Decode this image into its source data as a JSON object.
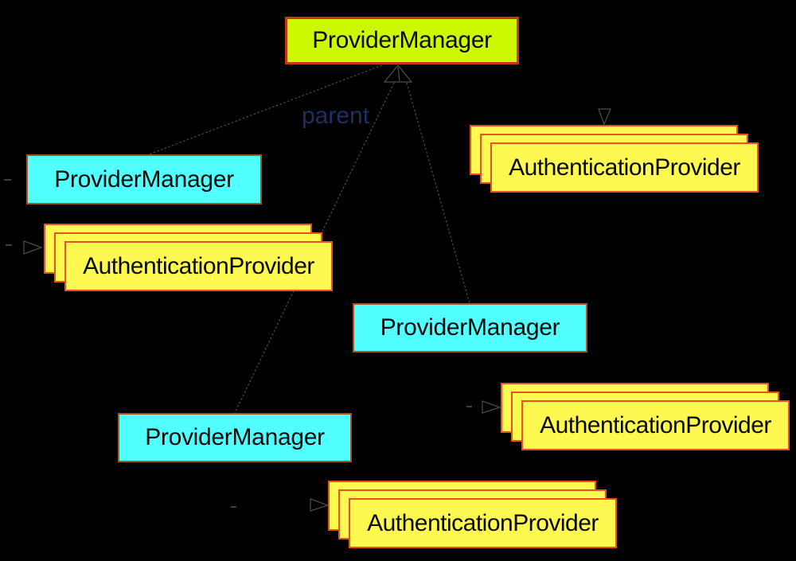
{
  "diagram": {
    "background_color": "#000000",
    "edge_color": "#4d4d4d",
    "parent_label": "parent",
    "parent_label_color": "#1d2f63",
    "nodes": {
      "pm_root": {
        "label": "ProviderManager",
        "fill": "#cdf900",
        "border": "#c63715"
      },
      "pm_left": {
        "label": "ProviderManager",
        "fill": "#52ffff",
        "border": "#a9561e"
      },
      "pm_middle": {
        "label": "ProviderManager",
        "fill": "#52ffff",
        "border": "#a9561e"
      },
      "pm_bottom": {
        "label": "ProviderManager",
        "fill": "#52ffff",
        "border": "#a9561e"
      },
      "ap_top_left": {
        "label": "AuthenticationProvider",
        "fill": "#fef950",
        "border": "#e8521d",
        "stack_count": 3
      },
      "ap_top_right": {
        "label": "AuthenticationProvider",
        "fill": "#fef950",
        "border": "#e8521d",
        "stack_count": 3
      },
      "ap_bottom_right": {
        "label": "AuthenticationProvider",
        "fill": "#fef950",
        "border": "#e8521d",
        "stack_count": 3
      },
      "ap_bottom": {
        "label": "AuthenticationProvider",
        "fill": "#fef950",
        "border": "#e8521d",
        "stack_count": 3
      }
    },
    "edges": [
      {
        "from": "pm_left",
        "to": "pm_root",
        "label": "parent",
        "arrow": "open-triangle"
      },
      {
        "from": "pm_middle",
        "to": "pm_root",
        "label": "",
        "arrow": "open-triangle"
      },
      {
        "from": "pm_bottom",
        "to": "pm_root",
        "label": "",
        "arrow": "open-triangle"
      },
      {
        "from": "pm_root",
        "to": "ap_top_right",
        "label": "",
        "arrow": "open-triangle"
      },
      {
        "from": "pm_left",
        "to": "ap_top_left",
        "label": "",
        "arrow": "open-triangle"
      },
      {
        "from": "pm_middle",
        "to": "ap_bottom_right",
        "label": "",
        "arrow": "open-triangle"
      },
      {
        "from": "pm_bottom",
        "to": "ap_bottom",
        "label": "",
        "arrow": "open-triangle"
      }
    ]
  }
}
